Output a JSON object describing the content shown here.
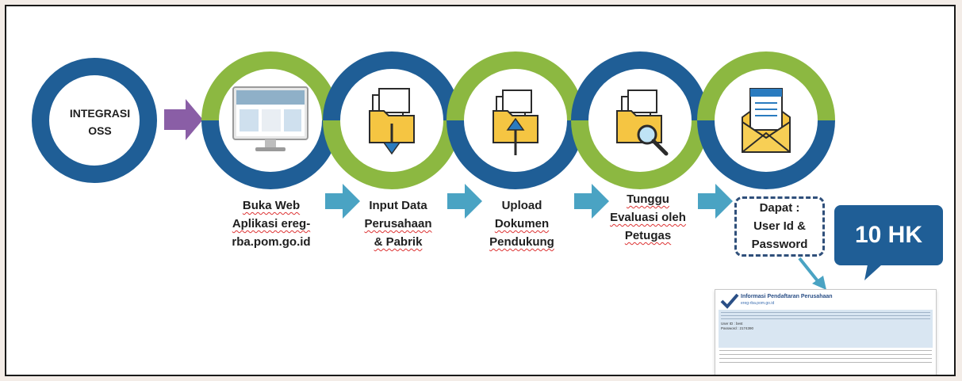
{
  "start": {
    "label_line1": "INTEGRASI",
    "label_line2": "OSS"
  },
  "steps": [
    {
      "lines": [
        "Buka Web",
        "Aplikasi ereg-",
        "rba.pom.go.id"
      ],
      "icon": "monitor-icon"
    },
    {
      "lines": [
        "Input Data",
        "Perusahaan",
        "& Pabrik"
      ],
      "icon": "folder-download-icon"
    },
    {
      "lines": [
        "Upload",
        "Dokumen",
        "Pendukung"
      ],
      "icon": "folder-upload-icon"
    },
    {
      "lines": [
        "Tunggu",
        "Evaluasi oleh",
        "Petugas"
      ],
      "icon": "folder-search-icon"
    },
    {
      "lines": [
        "Dapat :",
        "User Id &",
        "Password"
      ],
      "icon": "mail-icon"
    }
  ],
  "badge": {
    "text": "10 HK"
  },
  "email_preview": {
    "title": "Informasi Pendaftaran Perusahaan",
    "subtitle": "ereg-rba.pom.go.id",
    "user_label": "User ID",
    "user_value": ": best",
    "password_label": "Password",
    "password_value": ": 2174390"
  },
  "colors": {
    "blue": "#1f5e96",
    "green": "#8cb841",
    "arrow": "#4aa3c3",
    "start_arrow": "#8a5ea6"
  }
}
